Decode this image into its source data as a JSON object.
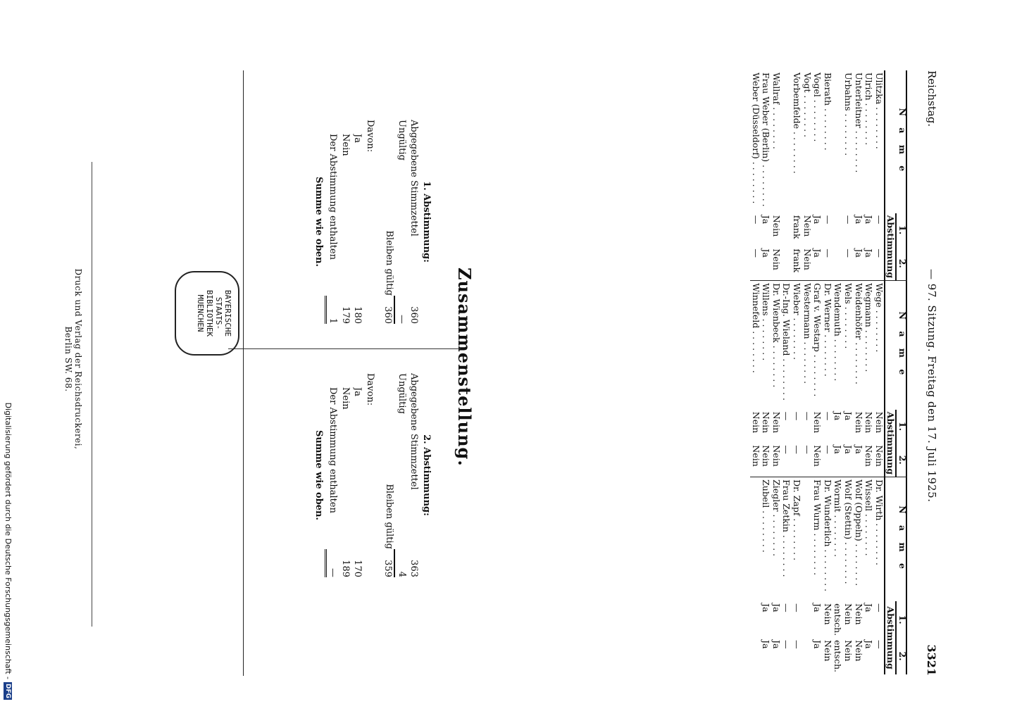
{
  "header": {
    "left": "Reichstag.",
    "center": "— 97. Sitzung.   Freitag den 17. Juli 1925.",
    "page_number": "3321"
  },
  "table": {
    "col_name": "N a m e",
    "col_abstimmung": "Abstimmung",
    "col_1": "1.",
    "col_2": "2.",
    "block1": [
      {
        "name": "Ulitzka",
        "v1": "—",
        "v2": "—"
      },
      {
        "name": "Ulrich",
        "v1": "Ja",
        "v2": "Ja"
      },
      {
        "name": "Unterleitner",
        "v1": "Ja",
        "v2": "Ja"
      },
      {
        "name": "Urbahns",
        "v1": "—",
        "v2": "—"
      },
      {
        "name": "",
        "v1": "",
        "v2": ""
      },
      {
        "name": "Bierath",
        "v1": "—",
        "v2": "—"
      },
      {
        "name": "Vogel",
        "v1": "Ja",
        "v2": "Ja"
      },
      {
        "name": "Vogt",
        "v1": "Nein",
        "v2": "Nein"
      },
      {
        "name": "Vorbemfelde",
        "v1": "frank",
        "v2": "frank"
      },
      {
        "name": "",
        "v1": "",
        "v2": ""
      },
      {
        "name": "Wallraf",
        "v1": "Nein",
        "v2": "Nein"
      },
      {
        "name": "Frau Weber (Berlin)",
        "v1": "Ja",
        "v2": "Ja"
      },
      {
        "name": "Weber (Düsseldorf)",
        "v1": "—",
        "v2": "—"
      }
    ],
    "block2": [
      {
        "name": "Wege",
        "v1": "Nein",
        "v2": "Nein"
      },
      {
        "name": "Wegmann",
        "v1": "Nein",
        "v2": "Nein"
      },
      {
        "name": "Weidenhöfer",
        "v1": "Nein",
        "v2": "Ja"
      },
      {
        "name": "Wels",
        "v1": "Ja",
        "v2": "Ja"
      },
      {
        "name": "Wendemuth",
        "v1": "Ja",
        "v2": "Ja"
      },
      {
        "name": "Dr. Werner",
        "v1": "—",
        "v2": "—"
      },
      {
        "name": "Graf v. Westarp",
        "v1": "Nein",
        "v2": "Nein"
      },
      {
        "name": "Westermann",
        "v1": "—",
        "v2": "—"
      },
      {
        "name": "Wieber",
        "v1": "—",
        "v2": "—"
      },
      {
        "name": "Dr.-Ing. Wieland",
        "v1": "—",
        "v2": "—"
      },
      {
        "name": "Dr. Wienbeck",
        "v1": "Nein",
        "v2": "Nein"
      },
      {
        "name": "Willens",
        "v1": "Nein",
        "v2": "Nein"
      },
      {
        "name": "Winnefeld",
        "v1": "Nein",
        "v2": "Nein"
      }
    ],
    "block3": [
      {
        "name": "Dr. Wirth",
        "v1": "—",
        "v2": "—"
      },
      {
        "name": "Wissell",
        "v1": "Ja",
        "v2": "Ja"
      },
      {
        "name": "Wolf (Oppeln)",
        "v1": "Nein",
        "v2": "Nein"
      },
      {
        "name": "Wolf (Stettin)",
        "v1": "Nein",
        "v2": "Nein"
      },
      {
        "name": "Wormit",
        "v1": "entsch.",
        "v2": "entsch."
      },
      {
        "name": "Dr. Wunderlich",
        "v1": "Nein",
        "v2": "Nein"
      },
      {
        "name": "Frau Wurm",
        "v1": "Ja",
        "v2": "Ja"
      },
      {
        "name": "",
        "v1": "",
        "v2": ""
      },
      {
        "name": "Dr. Zapf",
        "v1": "—",
        "v2": "—"
      },
      {
        "name": "Frau Zetkin",
        "v1": "—",
        "v2": "—"
      },
      {
        "name": "Ziegler",
        "v1": "Ja",
        "v2": "Ja"
      },
      {
        "name": "Zubeil",
        "v1": "Ja",
        "v2": "Ja"
      },
      {
        "name": "",
        "v1": "",
        "v2": ""
      }
    ]
  },
  "summary": {
    "title": "Zusammenstellung.",
    "left": {
      "heading": "1. Abstimmung:",
      "abgegeben_label": "Abgegebene Stimmzettel",
      "abgegeben": "360",
      "ungueltig_label": "Ungültig",
      "ungueltig": "—",
      "gueltig_label": "Bleiben gültig",
      "gueltig": "360",
      "davon_label": "Davon:",
      "ja_label": "Ja",
      "ja": "180",
      "nein_label": "Nein",
      "nein": "179",
      "enthalten_label": "Der Abstimmung enthalten",
      "enthalten": "1",
      "summe_label": "Summe wie oben."
    },
    "right": {
      "heading": "2. Abstimmung:",
      "abgegeben_label": "Abgegebene Stimmzettel",
      "abgegeben": "363",
      "ungueltig_label": "Ungültig",
      "ungueltig": "4",
      "gueltig_label": "Bleiben gültig",
      "gueltig": "359",
      "davon_label": "Davon:",
      "ja_label": "Ja",
      "ja": "170",
      "nein_label": "Nein",
      "nein": "189",
      "enthalten_label": "Der Abstimmung enthalten",
      "enthalten": "—",
      "summe_label": "Summe wie oben."
    }
  },
  "stamp": {
    "line1": "BAYERISCHE",
    "line2": "STAATS-",
    "line3": "BIBLIOTHEK",
    "line4": "MUENCHEN"
  },
  "imprint": "Druck und Verlag der Reichsdruckerei, Berlin SW. 68.",
  "sidenote": {
    "text": "Digitalisierung gefördert durch die Deutsche Forschungsgemeinschaft -",
    "logo": "DFG"
  }
}
